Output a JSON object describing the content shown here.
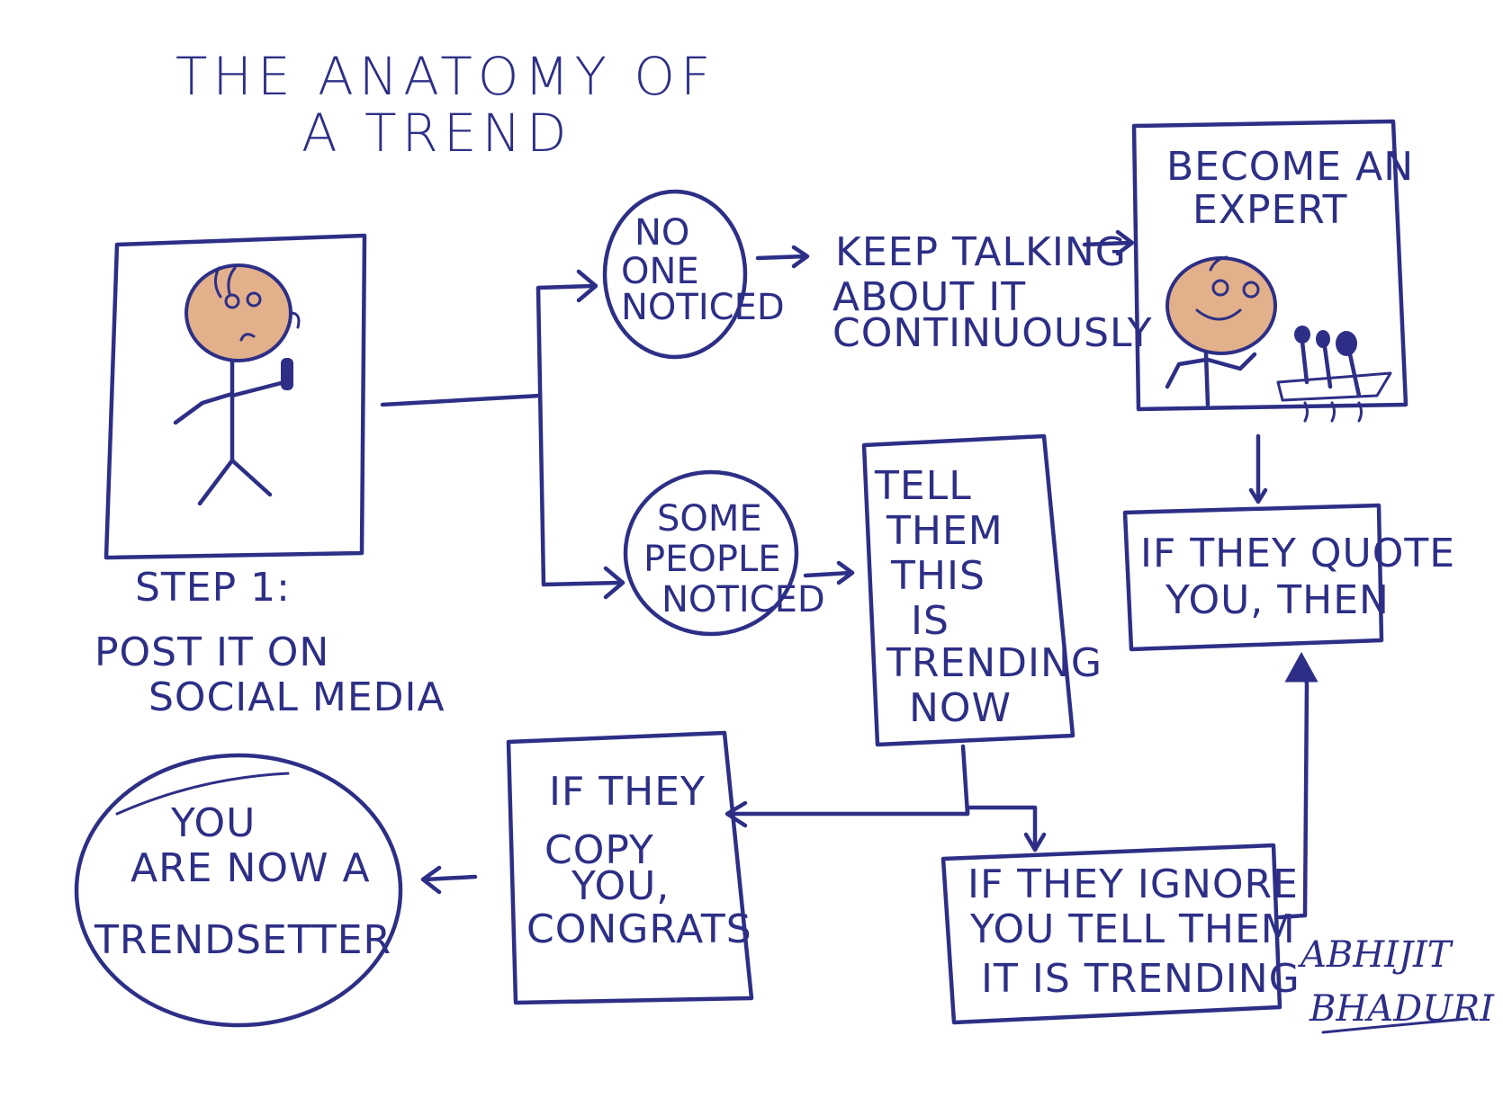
{
  "title": {
    "line1": "THE ANATOMY OF",
    "line2": "A TREND"
  },
  "step1": {
    "line1": "STEP 1:",
    "line2": "POST IT ON",
    "line3": "SOCIAL MEDIA"
  },
  "no_one_noticed": {
    "line1": "NO",
    "line2": "ONE",
    "line3": "NOTICED"
  },
  "keep_talking": {
    "line1": "KEEP TALKING",
    "line2": "ABOUT IT",
    "line3": "CONTINUOUSLY"
  },
  "become_expert": {
    "line1": "BECOME AN",
    "line2": "EXPERT"
  },
  "some_people_noticed": {
    "line1": "SOME",
    "line2": "PEOPLE",
    "line3": "NOTICED"
  },
  "tell_them": {
    "line1": "TELL",
    "line2": "THEM",
    "line3": "THIS",
    "line4": "IS",
    "line5": "TRENDING",
    "line6": "NOW"
  },
  "if_they_quote": {
    "line1": "IF THEY QUOTE",
    "line2": "YOU, THEN"
  },
  "if_they_copy": {
    "line1": "IF THEY",
    "line2": "COPY",
    "line3": "YOU,",
    "line4": "CONGRATS"
  },
  "if_they_ignore": {
    "line1": "IF THEY IGNORE",
    "line2": "YOU TELL THEM",
    "line3": "IT IS TRENDING"
  },
  "trendsetter": {
    "line1": "YOU",
    "line2": "ARE NOW A",
    "line3": "TRENDSETTER"
  },
  "signature": {
    "line1": "ABHIJIT",
    "line2": "BHADURI"
  },
  "colors": {
    "ink": "#2d2f86",
    "skin": "#e3b08c",
    "background": "#ffffff"
  }
}
